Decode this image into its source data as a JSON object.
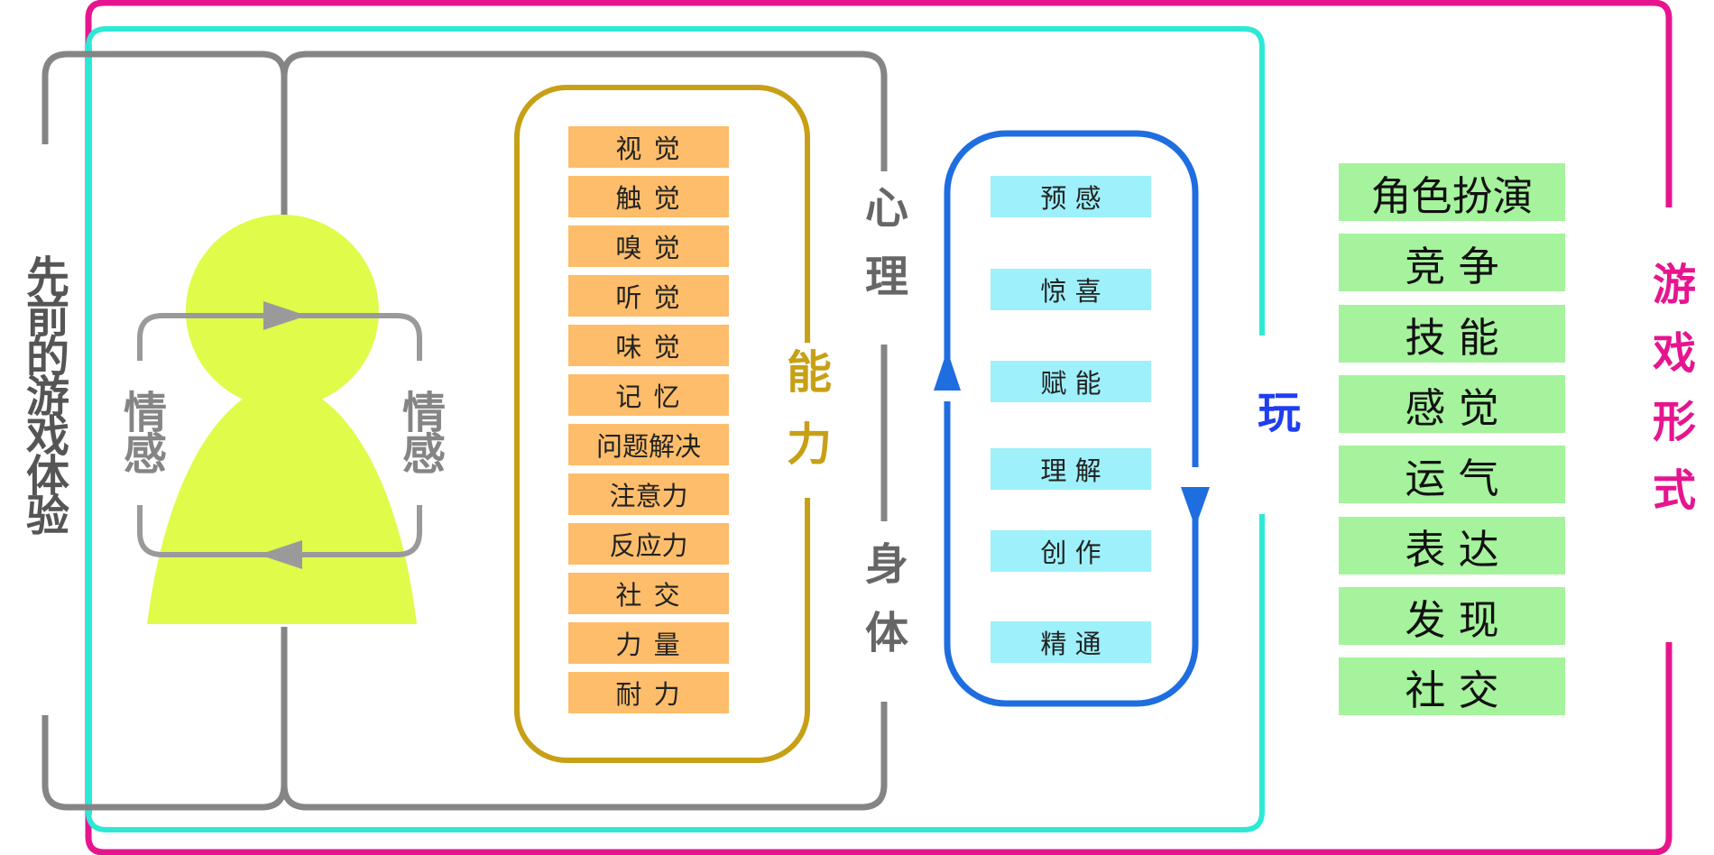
{
  "diagram": {
    "prior_experience_label": "先前的游戏体验",
    "emotion_left_label": "情感",
    "emotion_right_label": "情感",
    "ability_label": "能力",
    "ability_items": [
      "视 觉",
      "触 觉",
      "嗅 觉",
      "听 觉",
      "味 觉",
      "记 忆",
      "问题解决",
      "注意力",
      "反应力",
      "社 交",
      "力 量",
      "耐 力"
    ],
    "mind_label": "心理",
    "body_label": "身体",
    "experience_items": [
      "预 感",
      "惊 喜",
      "赋 能",
      "理 解",
      "创 作",
      "精 通"
    ],
    "play_label": "玩",
    "form_items": [
      "角色扮演",
      "竞 争",
      "技 能",
      "感 觉",
      "运 气",
      "表 达",
      "发 现",
      "社 交"
    ],
    "game_form_label": "游戏形式"
  },
  "colors": {
    "outer_border": "#e6158f",
    "play_border": "#2ee8d6",
    "gray_bracket": "#858585",
    "figure": "#e0fb4a",
    "ability_border": "#c7a016",
    "ability_text": "#c7a016",
    "loop_border": "#1f6ee0",
    "play_text": "#1e3ef0",
    "game_form_text": "#e6158f",
    "ability_box": "#fdbd6a",
    "feel_box": "#9ef0fa",
    "form_box": "#a5f39c"
  }
}
